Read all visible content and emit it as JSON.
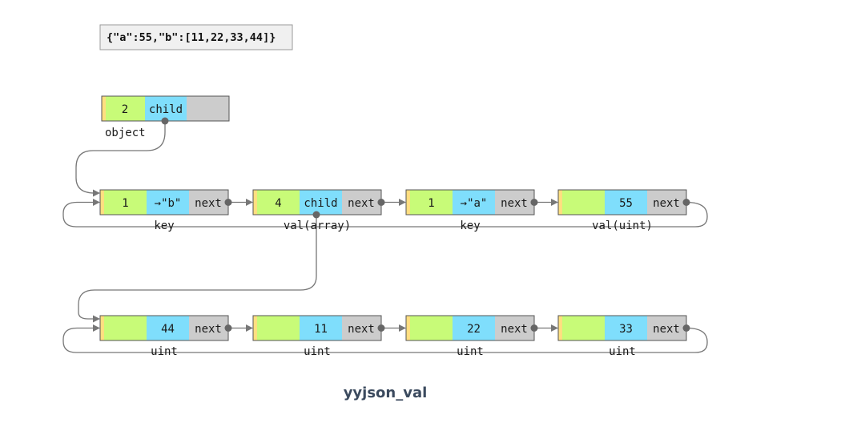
{
  "json_source": "{\"a\":55,\"b\":[11,22,33,44]}",
  "caption": "yyjson_val",
  "colors": {
    "tag": "#ffdf80",
    "count": "#c8fb78",
    "value": "#7fdefc",
    "next": "#cccccc",
    "border": "#555555",
    "line": "#777777"
  },
  "root": {
    "count": "2",
    "value": "child",
    "label": "object"
  },
  "level1": [
    {
      "count": "1",
      "value": "→\"b\"",
      "next": "next",
      "label": "key"
    },
    {
      "count": "4",
      "value": "child",
      "next": "next",
      "label": "val(array)"
    },
    {
      "count": "1",
      "value": "→\"a\"",
      "next": "next",
      "label": "key"
    },
    {
      "count": "",
      "value": "55",
      "next": "next",
      "label": "val(uint)"
    }
  ],
  "level2": [
    {
      "count": "",
      "value": "44",
      "next": "next",
      "label": "uint"
    },
    {
      "count": "",
      "value": "11",
      "next": "next",
      "label": "uint"
    },
    {
      "count": "",
      "value": "22",
      "next": "next",
      "label": "uint"
    },
    {
      "count": "",
      "value": "33",
      "next": "next",
      "label": "uint"
    }
  ]
}
